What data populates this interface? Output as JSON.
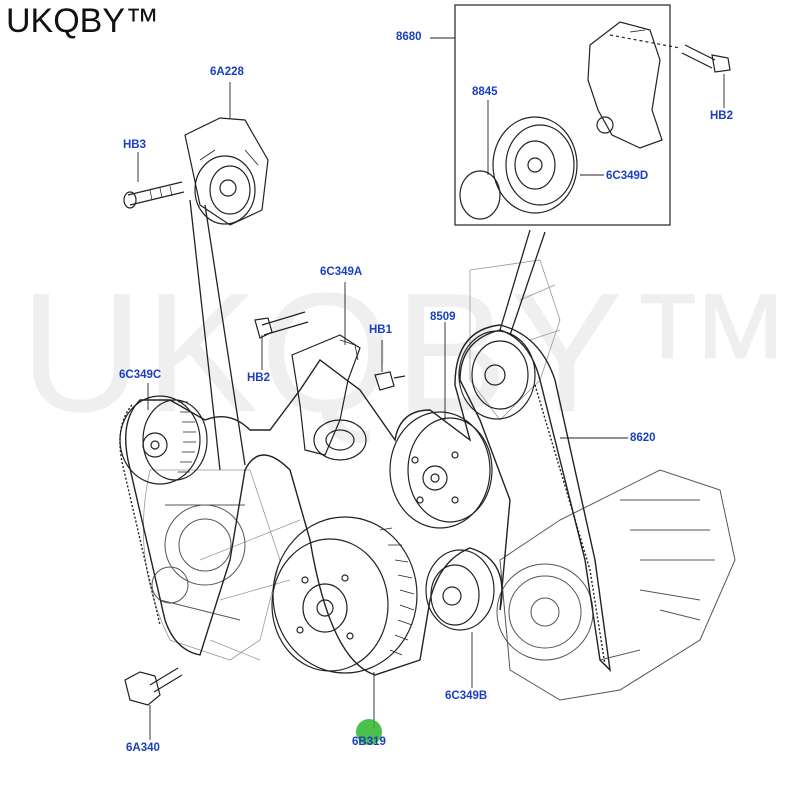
{
  "brand": {
    "text": "UKQBY™"
  },
  "watermark": {
    "text": "UKQBY™"
  },
  "accent_color": "#1a3fbf",
  "hotspot_color": "#2db52d",
  "callouts": {
    "c8680": "8680",
    "c6A228": "6A228",
    "c8845": "8845",
    "cHB2_top": "HB2",
    "cHB3": "HB3",
    "c6C349D": "6C349D",
    "c6C349A": "6C349A",
    "cHB1": "HB1",
    "c8509": "8509",
    "cHB2_mid": "HB2",
    "c6C349C": "6C349C",
    "c8620": "8620",
    "c6A340": "6A340",
    "c6B319": "6B319",
    "c6C349B": "6C349B"
  }
}
